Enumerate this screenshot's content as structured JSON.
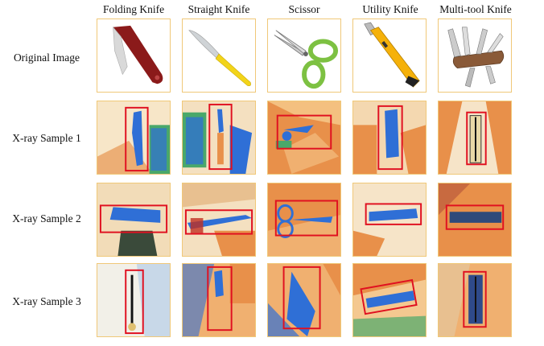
{
  "columns": [
    "Folding Knife",
    "Straight Knife",
    "Scissor",
    "Utility Knife",
    "Multi-tool Knife"
  ],
  "rows": [
    "Original Image",
    "X-ray Sample 1",
    "X-ray Sample 2",
    "X-ray Sample 3"
  ],
  "colors": {
    "cell_border": "#f0c878",
    "detection_box": "#e01020",
    "xray_orange": "#e8904a",
    "xray_blue": "#2f6fd6",
    "xray_green": "#4aa86a",
    "xray_bg": "#f7e6c8"
  }
}
